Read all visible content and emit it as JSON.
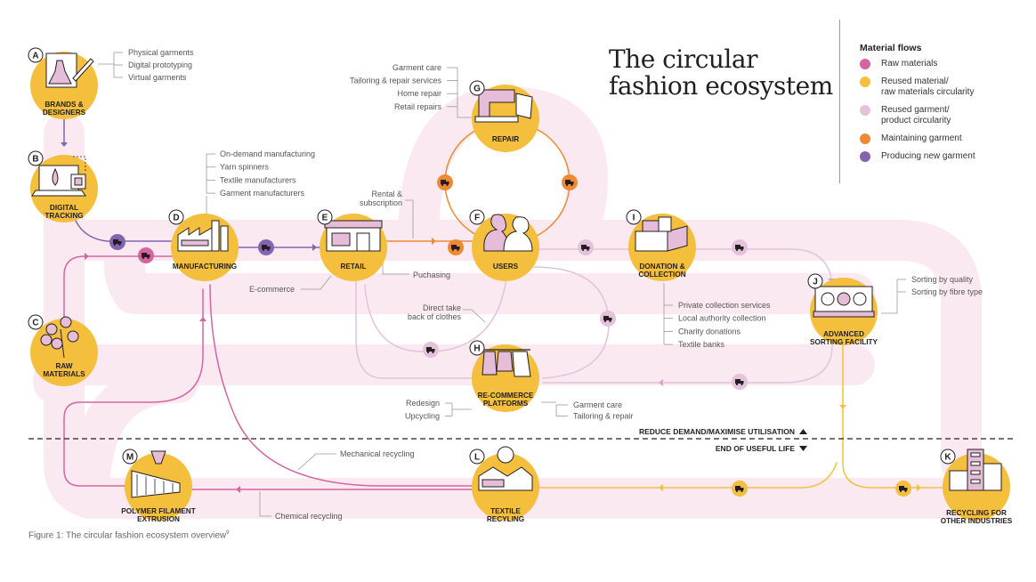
{
  "title": {
    "line1": "The circular",
    "line2": "fashion ecosystem"
  },
  "caption": {
    "text": "Figure 1: The circular fashion ecosystem overview",
    "sup": "9"
  },
  "colors": {
    "raw_materials": "#d4669f",
    "reused_material": "#f4bf3d",
    "reused_garment": "#e3c3d9",
    "maintaining": "#ef8a34",
    "producing": "#8464b0",
    "band": "#fbe9f1",
    "node": "#f4bf3d",
    "ink": "#231f20"
  },
  "legend": {
    "title": "Material flows",
    "items": [
      {
        "id": "raw",
        "lines": [
          "Raw materials"
        ],
        "color": "#d4669f"
      },
      {
        "id": "reused_material",
        "lines": [
          "Reused material/",
          "raw materials circularity"
        ],
        "color": "#f4bf3d"
      },
      {
        "id": "reused_garment",
        "lines": [
          "Reused garment/",
          "product circularity"
        ],
        "color": "#e3c3d9"
      },
      {
        "id": "maintaining",
        "lines": [
          "Maintaining garment"
        ],
        "color": "#ef8a34"
      },
      {
        "id": "producing",
        "lines": [
          "Producing new garment"
        ],
        "color": "#8464b0"
      }
    ]
  },
  "nodes": [
    {
      "id": "brands",
      "letter": "A",
      "label": [
        "BRANDS &",
        "DESIGNERS"
      ],
      "icon": "dress-sketch-icon"
    },
    {
      "id": "digital",
      "letter": "B",
      "label": [
        "DIGITAL",
        "TRACKING"
      ],
      "icon": "laptop-chip-icon"
    },
    {
      "id": "raw",
      "letter": "C",
      "label": [
        "RAW",
        "MATERIALS"
      ],
      "icon": "cotton-plant-icon"
    },
    {
      "id": "manufacturing",
      "letter": "D",
      "label": [
        "MANUFACTURING"
      ],
      "icon": "factory-icon"
    },
    {
      "id": "retail",
      "letter": "E",
      "label": [
        "RETAIL"
      ],
      "icon": "storefront-icon"
    },
    {
      "id": "users",
      "letter": "F",
      "label": [
        "USERS"
      ],
      "icon": "people-icon"
    },
    {
      "id": "repair",
      "letter": "G",
      "label": [
        "REPAIR"
      ],
      "icon": "sewing-machine-icon"
    },
    {
      "id": "recommerce",
      "letter": "H",
      "label": [
        "RE-COMMERCE",
        "PLATFORMS"
      ],
      "icon": "clothes-rack-icon"
    },
    {
      "id": "donation",
      "letter": "I",
      "label": [
        "DONATION &",
        "COLLECTION"
      ],
      "icon": "donation-box-icon"
    },
    {
      "id": "sorting",
      "letter": "J",
      "label": [
        "ADVANCED",
        "SORTING FACILITY"
      ],
      "icon": "sorting-machine-icon"
    },
    {
      "id": "recycling_other",
      "letter": "K",
      "label": [
        "RECYCLING FOR",
        "OTHER INDUSTRIES"
      ],
      "icon": "city-buildings-icon"
    },
    {
      "id": "textile_recycling",
      "letter": "L",
      "label": [
        "TEXTILE",
        "RECYLING"
      ],
      "icon": "recycling-plant-icon"
    },
    {
      "id": "polymer",
      "letter": "M",
      "label": [
        "POLYMER FILAMENT",
        "EXTRUSION"
      ],
      "icon": "extruder-icon"
    }
  ],
  "annotations": {
    "brands": [
      "Physical garments",
      "Digital prototyping",
      "Virtual garments"
    ],
    "manufacturing": [
      "On-demand manufacturing",
      "Yarn spinners",
      "Textile manufacturers",
      "Garment manufacturers"
    ],
    "repair": [
      "Garment care",
      "Tailoring & repair services",
      "Home repair",
      "Retail repairs"
    ],
    "rental": [
      "Rental &",
      "subscription"
    ],
    "purchasing": [
      "Puchasing"
    ],
    "ecommerce": [
      "E-commerce"
    ],
    "direct_take": [
      "Direct take",
      "back of clothes"
    ],
    "donation": [
      "Private collection services",
      "Local authority collection",
      "Charity donations",
      "Textile banks"
    ],
    "sorting": [
      "Sorting by quality",
      "Sorting by fibre type"
    ],
    "recommerce_left": [
      "Redesign",
      "Upcycling"
    ],
    "recommerce_right": [
      "Garment care",
      "Tailoring & repair"
    ],
    "mechanical": [
      "Mechanical recycling"
    ],
    "chemical": [
      "Chemical recycling"
    ]
  },
  "divider": {
    "upper": "REDUCE DEMAND/MAXIMISE UTILISATION",
    "lower": "END OF USEFUL LIFE"
  }
}
